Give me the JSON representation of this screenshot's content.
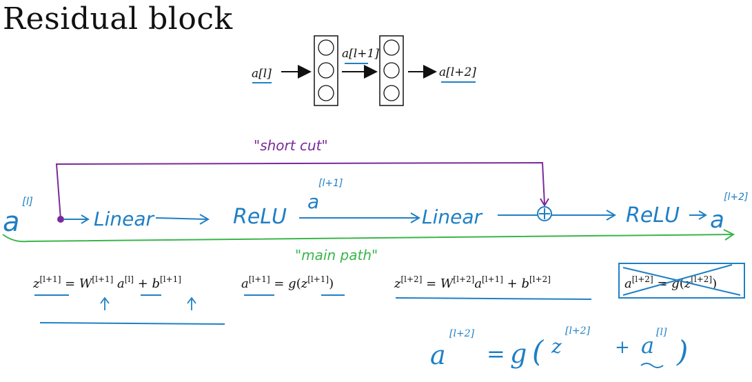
{
  "title": "Residual block",
  "network": {
    "input": "a[l]",
    "middle": "a[l+1]",
    "output": "a[l+2]"
  },
  "annotations": {
    "shortcut": "\"short cut\"",
    "main_path": "\"main path\""
  },
  "main_path_steps": {
    "start": "a[l]",
    "linear1": "Linear",
    "relu1": "ReLU",
    "mid_activation": "a[l+1]",
    "linear2": "Linear",
    "relu2": "ReLU",
    "end": "a[l+2]"
  },
  "equations": {
    "eq1": "z[l+1] = W[l+1] a[l] + b[l+1]",
    "eq2": "a[l+1] = g(z[l+1])",
    "eq3": "z[l+2] = W[l+2]a[l+1] + b[l+2]",
    "eq4": "a[l+2] = g(z[l+2])",
    "eq5": "a[l+2] = g ( z[l+2] + a[l] )"
  },
  "colors": {
    "handwriting_blue": "#1f7fc4",
    "shortcut_purple": "#7a2a9a",
    "main_path_green": "#39b54a",
    "ink": "#111111"
  }
}
